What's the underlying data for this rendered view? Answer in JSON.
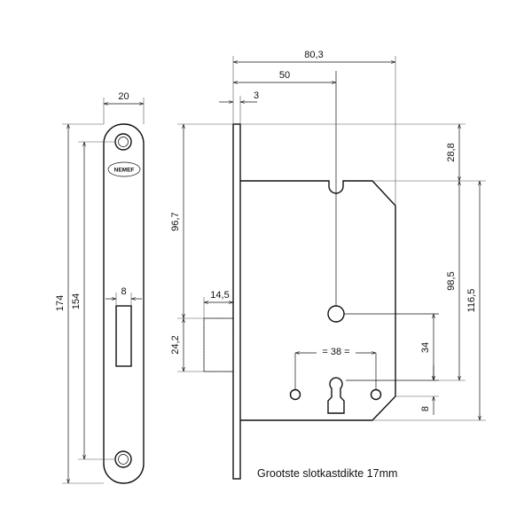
{
  "dimensions": {
    "faceplate_width": "20",
    "overall_width": "80,3",
    "backset": "50",
    "faceplate_thickness": "3",
    "faceplate_height": "174",
    "screw_spacing": "154",
    "latch_slot_width": "8",
    "height_top_to_spindle": "96,7",
    "latch_projection": "14,5",
    "latch_height": "24,2",
    "top_offset": "28,8",
    "case_to_key_height": "98,5",
    "case_height": "116,5",
    "spindle_to_key": "34",
    "key_bottom": "8",
    "screw_hole_spacing": "= 38 ="
  },
  "logo": "NEMEF",
  "caption": "Grootste slotkastdikte 17mm"
}
